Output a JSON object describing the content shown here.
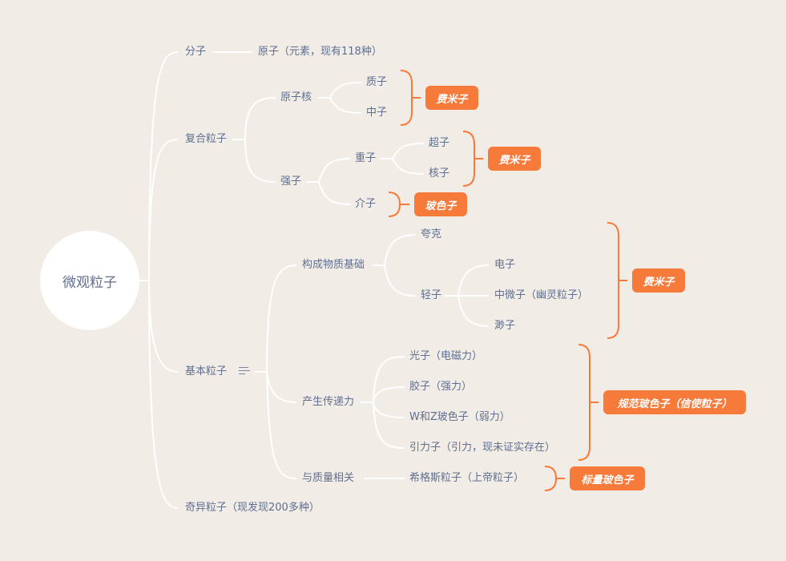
{
  "root": "微观粒子",
  "branches": {
    "molecule": {
      "label": "分子",
      "child": "原子（元素，现有118种）"
    },
    "composite": {
      "label": "复合粒子",
      "nucleus": {
        "label": "原子核",
        "children": [
          "质子",
          "中子"
        ],
        "summary": "费米子"
      },
      "hadron": {
        "label": "强子",
        "baryon": {
          "label": "重子",
          "children": [
            "超子",
            "核子"
          ],
          "summary": "费米子"
        },
        "meson": {
          "label": "介子",
          "summary": "玻色子"
        }
      }
    },
    "elementary": {
      "label": "基本粒子",
      "icon": "notes-icon",
      "matter": {
        "label": "构成物质基础",
        "quark": "夸克",
        "lepton": {
          "label": "轻子",
          "children": [
            "电子",
            "中微子（幽灵粒子）",
            "渺子"
          ]
        },
        "summary": "费米子"
      },
      "force": {
        "label": "产生传递力",
        "children": [
          "光子（电磁力）",
          "胶子（强力）",
          "W和Z玻色子（弱力）",
          "引力子（引力，现未证实存在）"
        ],
        "summary": "规范玻色子（信使粒子）"
      },
      "mass": {
        "label": "与质量相关",
        "child": "希格斯粒子（上帝粒子）",
        "summary": "标量玻色子"
      }
    },
    "exotic": {
      "label": "奇异粒子（现发现200多种）"
    }
  },
  "colors": {
    "background": "#f1ece6",
    "accent": "#f67a3a",
    "text": "#5f6f91",
    "line": "#ffffff"
  }
}
